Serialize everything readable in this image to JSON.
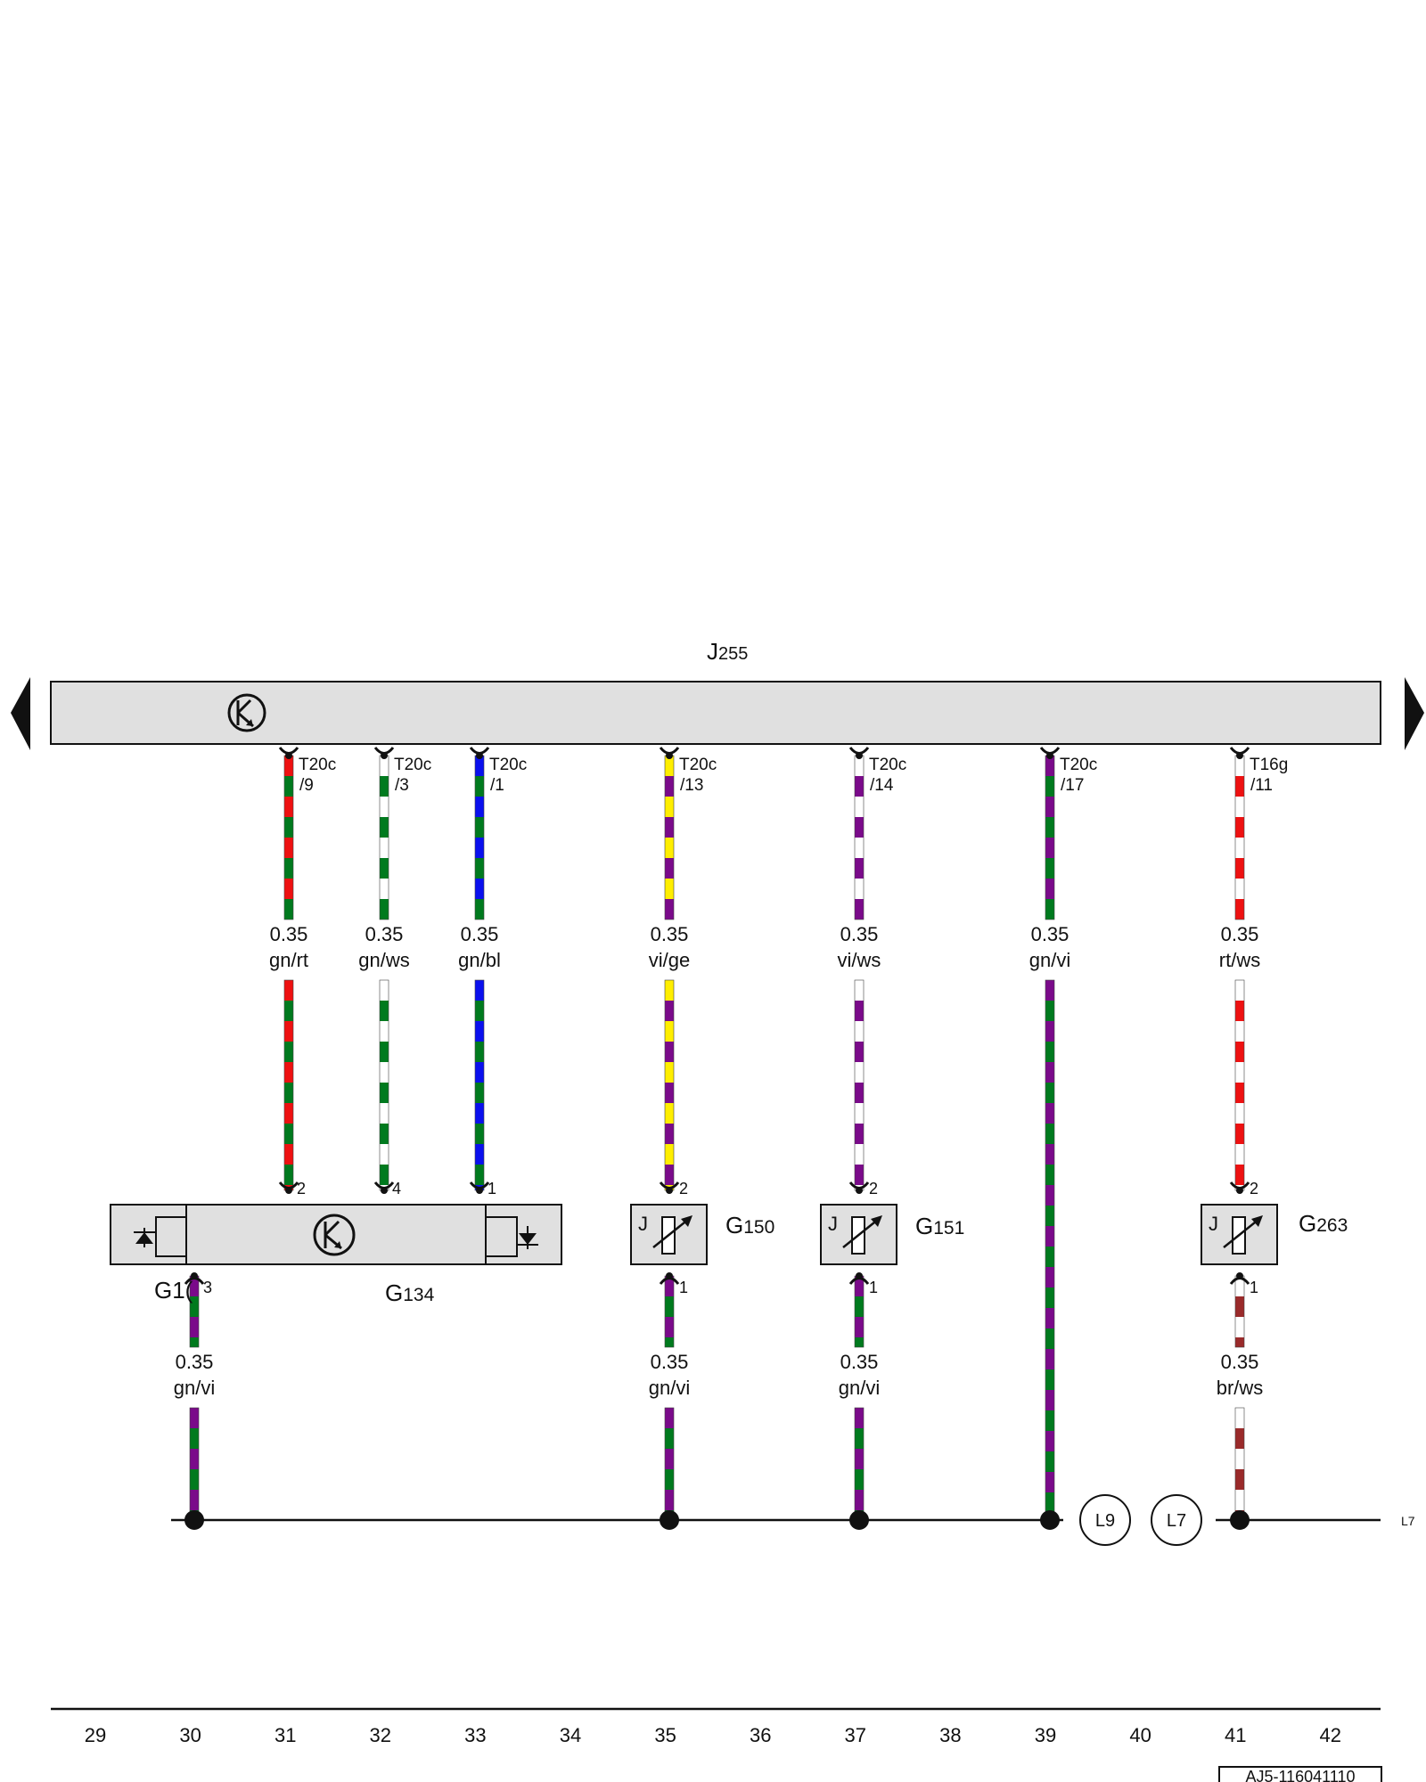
{
  "control_unit": {
    "label_main": "J",
    "label_sub": "255"
  },
  "colors": {
    "gn": "#007a1e",
    "rt": "#ee1111",
    "ws": "#ffffff",
    "bl": "#0a10ee",
    "vi": "#7a0a8a",
    "ge": "#ffee00",
    "br": "#9a2a2a",
    "box_fill": "#e0e0e0",
    "line": "#111111"
  },
  "connectors": [
    {
      "name": "T20c",
      "pin": "/9"
    },
    {
      "name": "T20c",
      "pin": "/3"
    },
    {
      "name": "T20c",
      "pin": "/1"
    },
    {
      "name": "T20c",
      "pin": "/13"
    },
    {
      "name": "T20c",
      "pin": "/14"
    },
    {
      "name": "T20c",
      "pin": "/17"
    },
    {
      "name": "T16g",
      "pin": "/11"
    }
  ],
  "upper_wires": [
    {
      "gauge": "0.35",
      "color": "gn/rt",
      "base": "gn",
      "stripe": "rt"
    },
    {
      "gauge": "0.35",
      "color": "gn/ws",
      "base": "gn",
      "stripe": "ws"
    },
    {
      "gauge": "0.35",
      "color": "gn/bl",
      "base": "gn",
      "stripe": "bl"
    },
    {
      "gauge": "0.35",
      "color": "vi/ge",
      "base": "vi",
      "stripe": "ge"
    },
    {
      "gauge": "0.35",
      "color": "vi/ws",
      "base": "vi",
      "stripe": "ws"
    },
    {
      "gauge": "0.35",
      "color": "gn/vi",
      "base": "gn",
      "stripe": "vi"
    },
    {
      "gauge": "0.35",
      "color": "rt/ws",
      "base": "rt",
      "stripe": "ws"
    }
  ],
  "lower_wires": [
    {
      "gauge": "0.35",
      "color": "gn/vi",
      "base": "gn",
      "stripe": "vi"
    },
    {
      "gauge": "0.35",
      "color": "gn/vi",
      "base": "gn",
      "stripe": "vi"
    },
    {
      "gauge": "0.35",
      "color": "gn/vi",
      "base": "gn",
      "stripe": "vi"
    },
    {
      "gauge": "0.35",
      "color": "br/ws",
      "base": "br",
      "stripe": "ws"
    }
  ],
  "components": {
    "g134": {
      "label_main": "G",
      "label_sub": "134",
      "pins": [
        "2",
        "4",
        "1"
      ]
    },
    "g10": {
      "label": "G1(",
      "pin": "3"
    },
    "sensors": [
      {
        "label_main": "G",
        "label_sub": "150",
        "symbol": "J",
        "pin_top": "2",
        "pin_bottom": "1"
      },
      {
        "label_main": "G",
        "label_sub": "151",
        "symbol": "J",
        "pin_top": "2",
        "pin_bottom": "1"
      },
      {
        "label_main": "G",
        "label_sub": "263",
        "symbol": "J",
        "pin_top": "2",
        "pin_bottom": "1"
      }
    ]
  },
  "references": {
    "l9": "L9",
    "l7": "L7",
    "edge": "L7"
  },
  "columns": [
    "29",
    "30",
    "31",
    "32",
    "33",
    "34",
    "35",
    "36",
    "37",
    "38",
    "39",
    "40",
    "41",
    "42"
  ],
  "doc_id": "AJ5-116041110"
}
